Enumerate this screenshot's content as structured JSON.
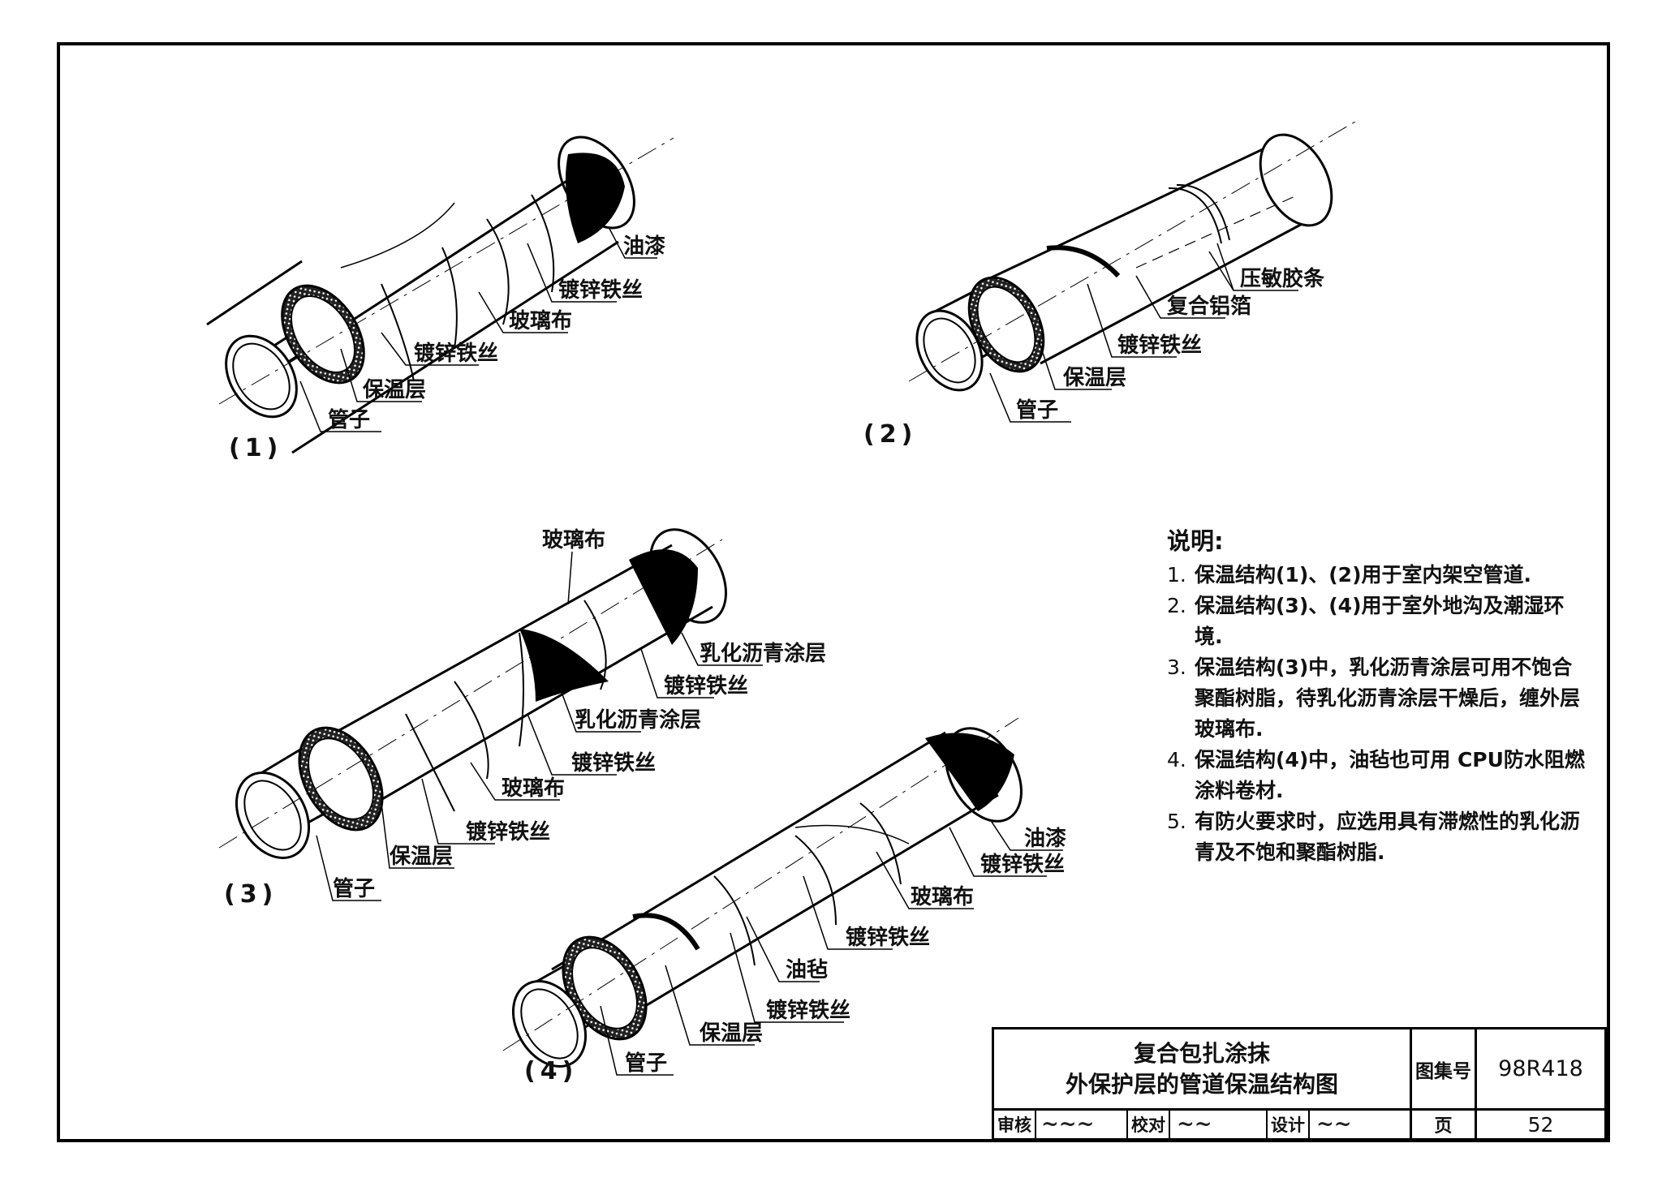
{
  "figures": [
    {
      "id": "1",
      "caption": "(1)",
      "labels": [
        "油漆",
        "镀锌铁丝",
        "玻璃布",
        "镀锌铁丝",
        "保温层",
        "管子"
      ]
    },
    {
      "id": "2",
      "caption": "(2)",
      "labels": [
        "压敏胶条",
        "复合铝箔",
        "镀锌铁丝",
        "保温层",
        "管子"
      ]
    },
    {
      "id": "3",
      "caption": "(3)",
      "labels": [
        "玻璃布",
        "乳化沥青涂层",
        "镀锌铁丝",
        "乳化沥青涂层",
        "镀锌铁丝",
        "玻璃布",
        "镀锌铁丝",
        "保温层",
        "管子"
      ]
    },
    {
      "id": "4",
      "caption": "(4)",
      "labels": [
        "油漆",
        "镀锌铁丝",
        "玻璃布",
        "镀锌铁丝",
        "油毡",
        "镀锌铁丝",
        "保温层",
        "管子"
      ]
    }
  ],
  "notes": {
    "title": "说明:",
    "items": [
      {
        "num": "1.",
        "text": "保温结构(1)、(2)用于室内架空管道."
      },
      {
        "num": "2.",
        "text": "保温结构(3)、(4)用于室外地沟及潮湿环境."
      },
      {
        "num": "3.",
        "text": "保温结构(3)中，乳化沥青涂层可用不饱合聚酯树脂，待乳化沥青涂层干燥后，缠外层玻璃布."
      },
      {
        "num": "4.",
        "text": "保温结构(4)中，油毡也可用 CPU防水阻燃涂料卷材."
      },
      {
        "num": "5.",
        "text": "有防火要求时，应选用具有滞燃性的乳化沥青及不饱和聚酯树脂."
      }
    ]
  },
  "title_block": {
    "title_line1": "复合包扎涂抹",
    "title_line2": "外保护层的管道保温结构图",
    "atlas_label": "图集号",
    "atlas_number": "98R418",
    "page_label": "页",
    "page_number": "52",
    "review_label": "审核",
    "check_label": "校对",
    "design_label": "设计"
  }
}
